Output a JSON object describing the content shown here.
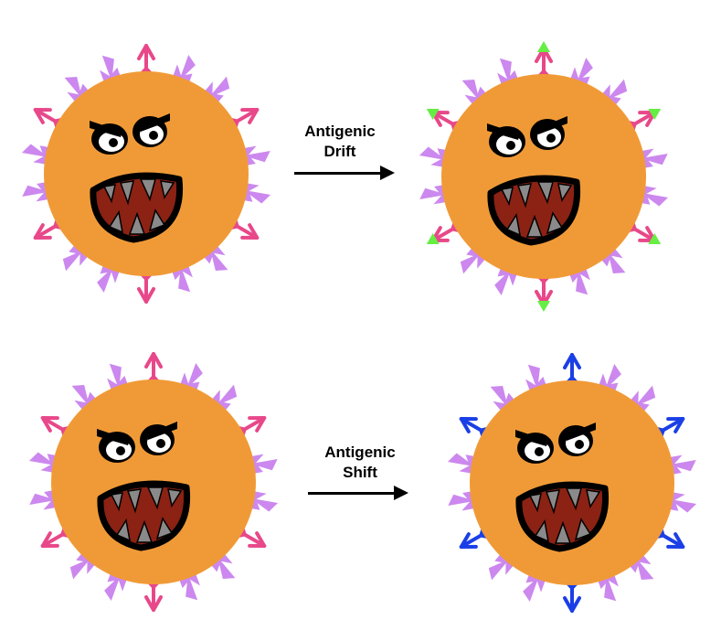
{
  "drift": {
    "line1": "Antigenic",
    "line2": "Drift"
  },
  "shift": {
    "line1": "Antigenic",
    "line2": "Shift"
  },
  "colors": {
    "body": "#f09a37",
    "spike_purple": "#cc88ee",
    "spike_pink": "#e8488a",
    "mutation_green": "#66ee44",
    "new_blue": "#1b3fe6",
    "mouth": "#8b2214",
    "teeth": "#8a8a8a"
  },
  "icons": [
    "virus-icon",
    "arrow-right-icon"
  ]
}
